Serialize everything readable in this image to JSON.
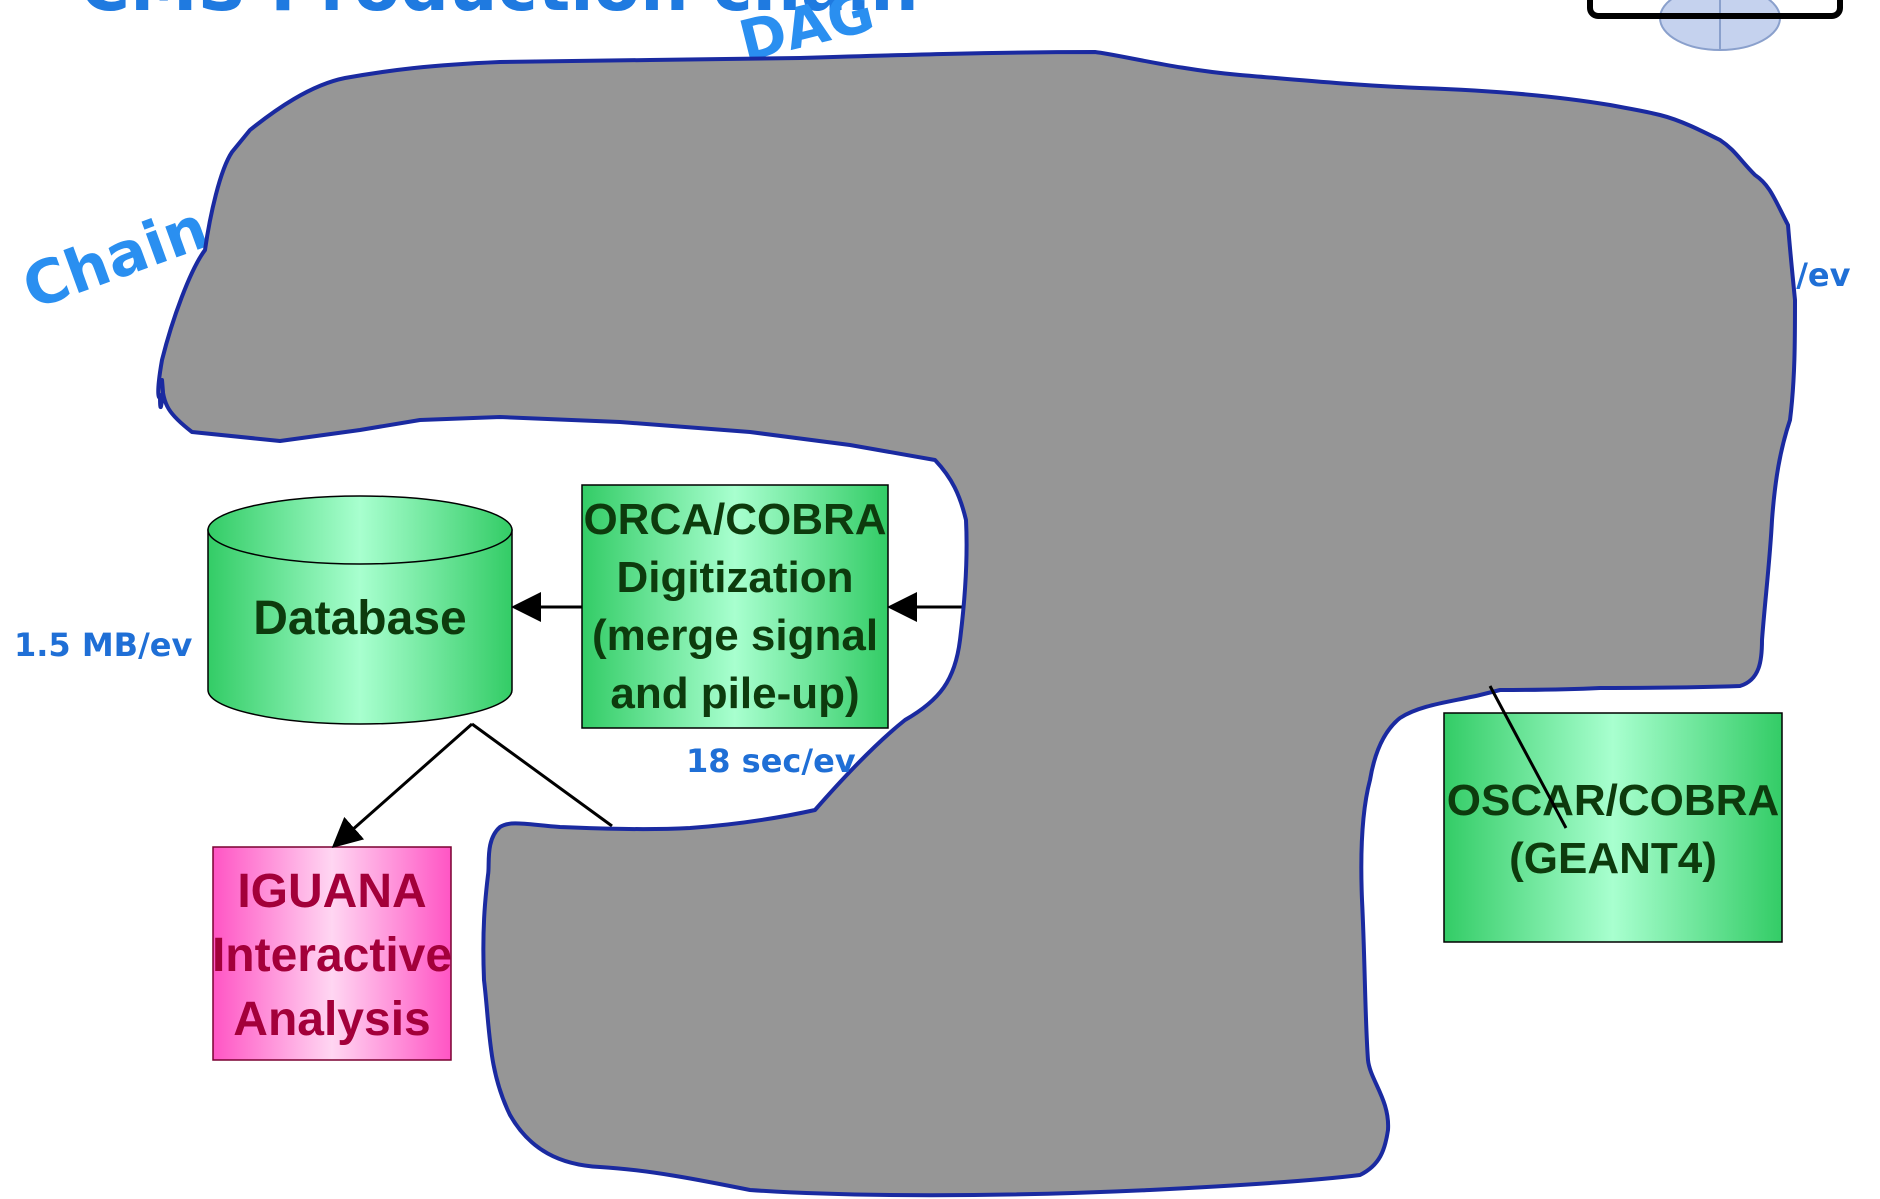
{
  "slide": {
    "title": "CMS Production chain",
    "dag_label": "DAG",
    "chain_label": "Chain",
    "colors": {
      "blob_fill": "#969696",
      "blob_stroke": "#1a2aa0",
      "green_box": "#33cc66",
      "pink_box": "#ff66cc",
      "annotation": "#1f6fd6",
      "box_text_green": "#0d3b0d",
      "box_text_pink": "#a3003a"
    }
  },
  "annotations": {
    "right_rate": "MB/ev",
    "db_rate": "1.5 MB/ev",
    "digi_time": "18 sec/ev"
  },
  "nodes": {
    "database": {
      "label": "Database"
    },
    "orca": {
      "line1": "ORCA/COBRA",
      "line2": "Digitization",
      "line3": "(merge signal",
      "line4": "and pile-up)"
    },
    "oscar": {
      "line1": "OSCAR/COBRA",
      "line2": "(GEANT4)"
    },
    "iguana": {
      "line1": "IGUANA",
      "line2": "Interactive",
      "line3": "Analysis"
    }
  },
  "logo": {
    "icon": "cms-logo-icon"
  }
}
